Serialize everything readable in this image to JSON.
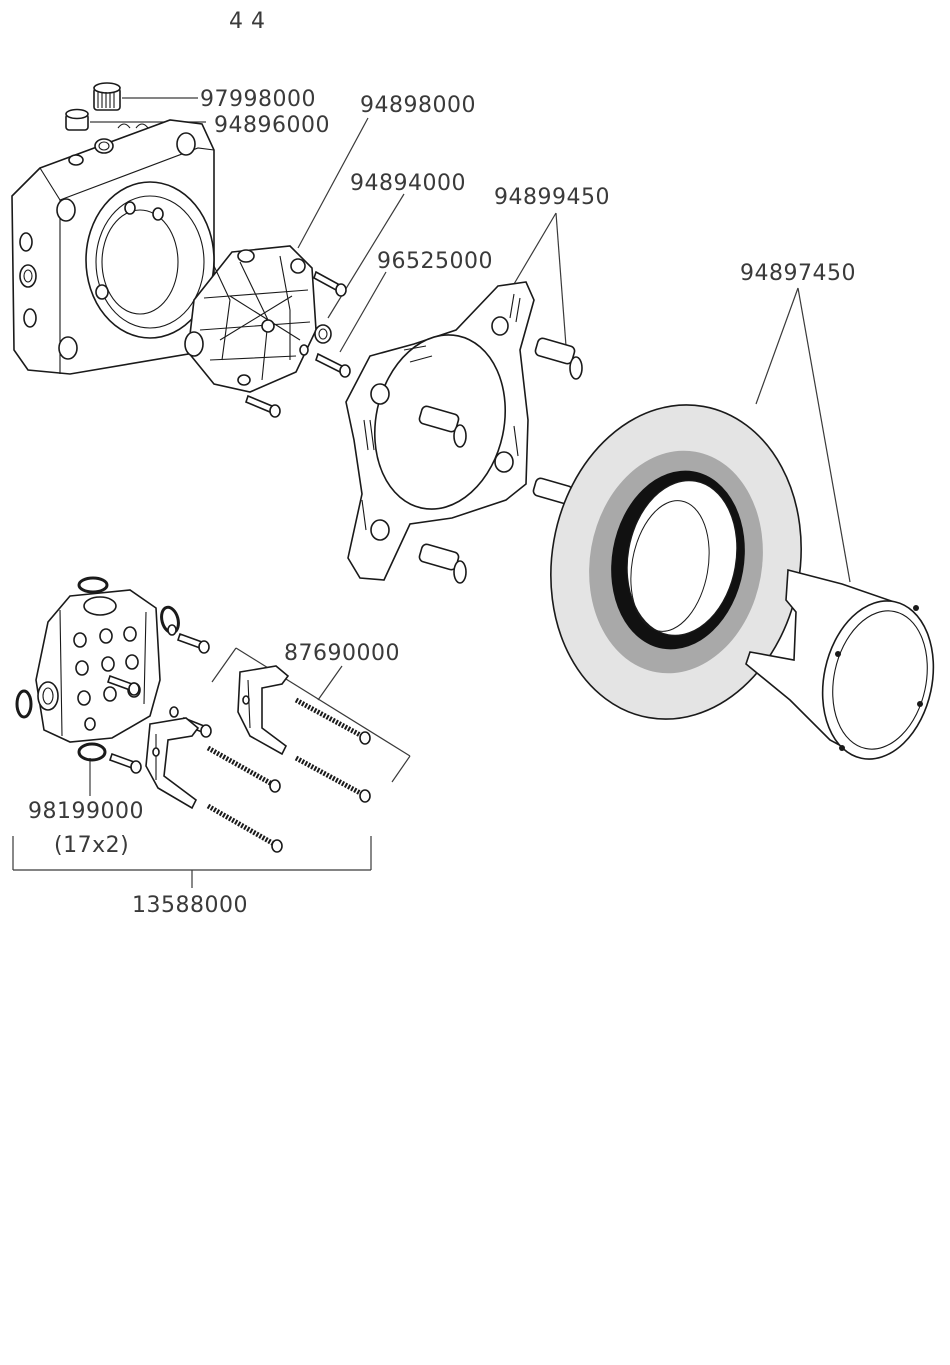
{
  "page_label": "4 4",
  "labels": {
    "p97998000": "97998000",
    "p94896000": "94896000",
    "p94898000": "94898000",
    "p94894000": "94894000",
    "p96525000": "96525000",
    "p94899450": "94899450",
    "p94897450": "94897450",
    "p87690000": "87690000",
    "p98199000": "98199000",
    "p98199000_qty": "(17x2)",
    "p13588000": "13588000"
  },
  "colors": {
    "line": "#3a3a3a",
    "part_stroke": "#1a1a1a",
    "rosette_fill": "#e4e4e4",
    "rosette_ring": "#a9a9a9",
    "rosette_inner": "#111111"
  }
}
